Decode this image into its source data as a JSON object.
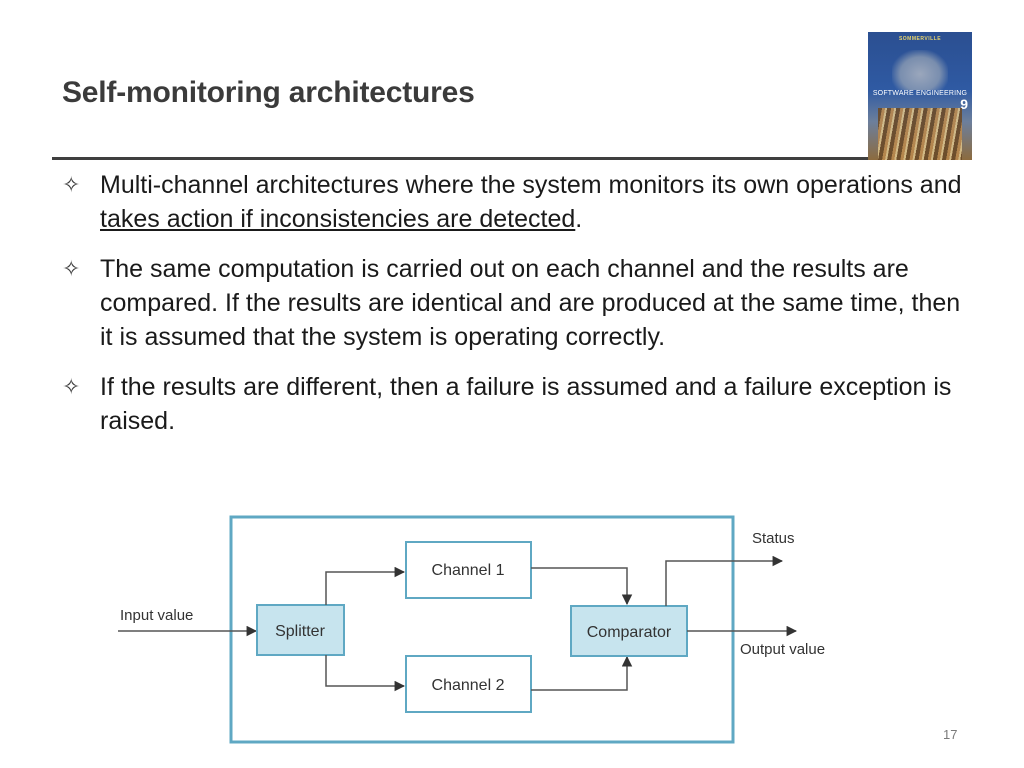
{
  "slide": {
    "title": "Self-monitoring architectures",
    "page_number": "17"
  },
  "book_cover": {
    "author": "SOMMERVILLE",
    "title": "SOFTWARE ENGINEERING",
    "edition": "9"
  },
  "bullets": [
    {
      "icon": "four-point-star-icon",
      "pre": "Multi-channel architectures where the system monitors its own operations and ",
      "link": "takes action if inconsistencies are detected",
      "post": "."
    },
    {
      "icon": "four-point-star-icon",
      "text": "The same computation is carried out on each channel and the results are compared. If the results are identical and are produced at the same time, then it is assumed that the system is operating correctly."
    },
    {
      "icon": "four-point-star-icon",
      "text": "If the results are different, then a failure is assumed and a failure exception is raised."
    }
  ],
  "diagram": {
    "nodes": {
      "splitter": "Splitter",
      "channel1": "Channel 1",
      "channel2": "Channel 2",
      "comparator": "Comparator"
    },
    "labels": {
      "input": "Input value",
      "status": "Status",
      "output": "Output value"
    },
    "colors": {
      "box_fill": "#c7e4ee",
      "box_border": "#5fa8c3",
      "frame": "#5fa8c3"
    }
  }
}
